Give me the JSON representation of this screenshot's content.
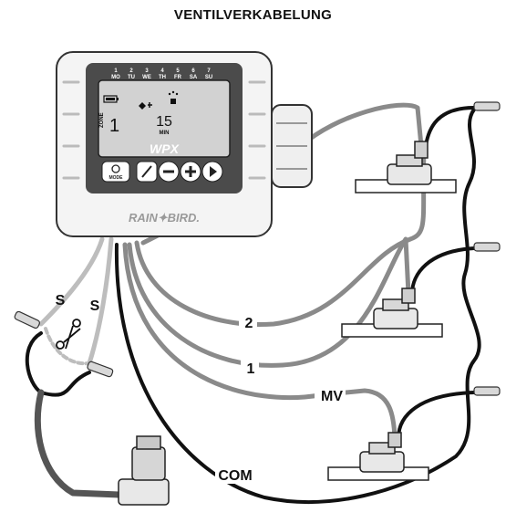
{
  "title": "VENTILVERKABELUNG",
  "controller": {
    "days": [
      {
        "num": "1",
        "abbr": "MO"
      },
      {
        "num": "2",
        "abbr": "TU"
      },
      {
        "num": "3",
        "abbr": "WE"
      },
      {
        "num": "4",
        "abbr": "TH"
      },
      {
        "num": "5",
        "abbr": "FR"
      },
      {
        "num": "6",
        "abbr": "SA"
      },
      {
        "num": "7",
        "abbr": "SU"
      }
    ],
    "zone_label": "ZONE",
    "zone_value": "1",
    "minutes_value": "15",
    "minutes_unit": "MIN",
    "model": "WPX",
    "mode_label": "MODE",
    "brand": "RAIN✦BIRD."
  },
  "wire_labels": {
    "sensor_1": "S",
    "sensor_2": "S",
    "zone_2": "2",
    "zone_1": "1",
    "master_valve": "MV",
    "common": "COM"
  },
  "colors": {
    "zone_wire": "#7a7a7a",
    "sensor_wire": "#b8b8b8",
    "common_wire": "#111111",
    "master_wire": "#555555",
    "controller_body": "#f2f2f2",
    "faceplate": "#4a4a4a",
    "lcd": "#d4d4d4"
  }
}
